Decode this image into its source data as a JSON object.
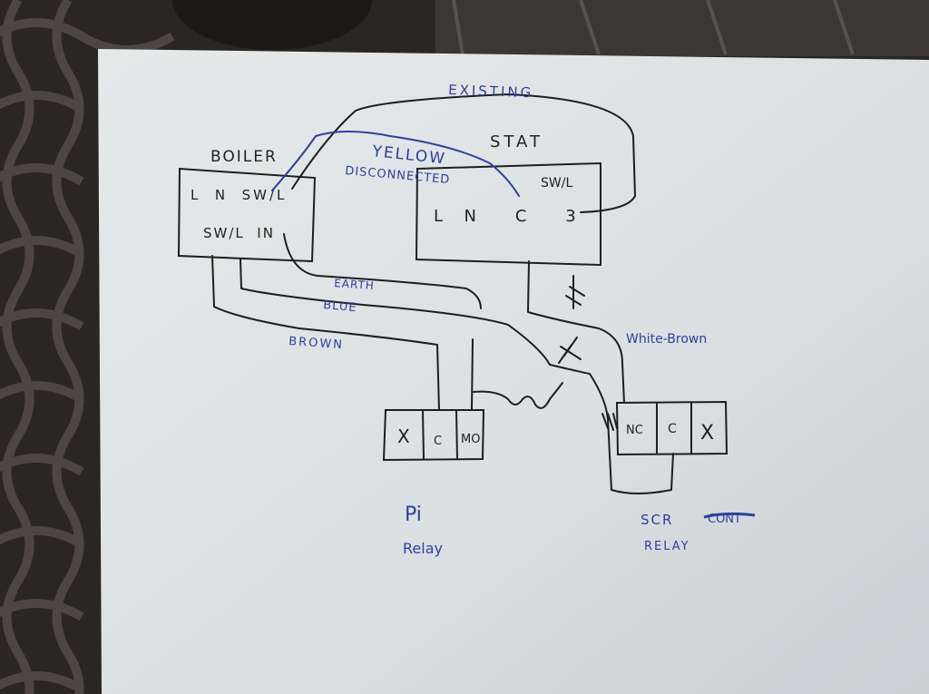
{
  "diagram": {
    "boiler": {
      "title": "BOILER",
      "top_terminals": "L  N  SW/L",
      "bottom_terminals": "SW/L  IN"
    },
    "stat": {
      "title": "STAT",
      "top_terminal": "SW/L",
      "bottom_terminals": "L  N    C    3"
    },
    "pi_relay": {
      "terminals": [
        "X",
        "C",
        "MO"
      ],
      "label_line1": "Pi",
      "label_line2": "Relay"
    },
    "ssr_relay": {
      "terminals": [
        "NC",
        "C",
        "X"
      ],
      "label_line1": "SCR",
      "label_struck": "CONT",
      "label_line2": "RELAY"
    },
    "wire_labels": {
      "existing": "EXISTING",
      "yellow": "YELLOW",
      "disconnected": "DISCONNECTED",
      "earth": "EARTH",
      "blue": "BLUE",
      "brown": "BROWN",
      "white_brown": "White-Brown"
    },
    "colors": {
      "paper": "#dfe3e4",
      "pencil_ink": "#1e1e1e",
      "blue_ink": "#2f3f9e",
      "background": "#2a2622"
    }
  }
}
